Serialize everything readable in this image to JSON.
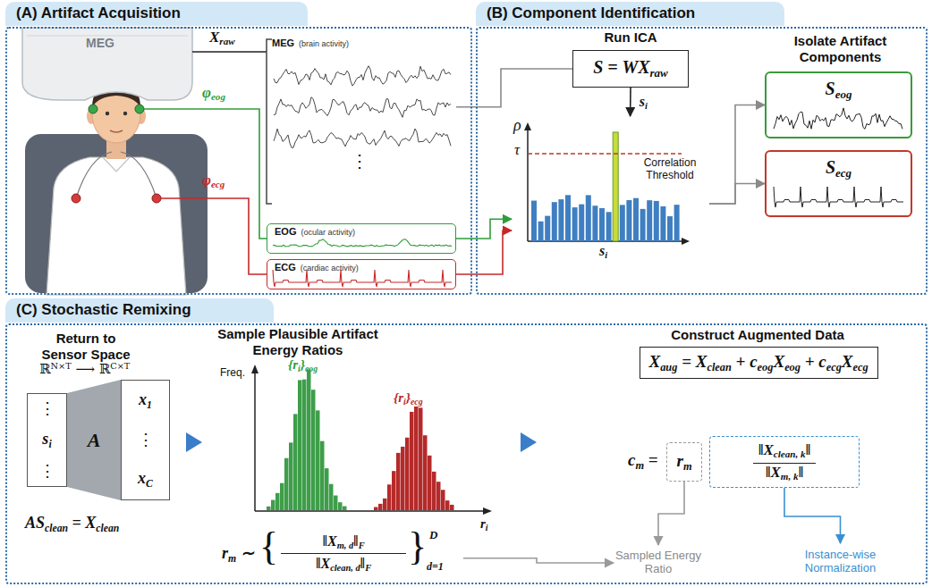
{
  "diagram": {
    "nodes": [
      {
        "text": [
          "(A) Artifact Acquisition"
        ]
      },
      {
        "text": [
          "MEG",
          "(brain activity)"
        ],
        "in": 0
      },
      {
        "text": [
          "EOG",
          "(ocular activity)"
        ],
        "in": 0
      },
      {
        "text": [
          "ECG",
          "(cardiac activity)"
        ],
        "in": 0
      },
      {
        "text": [
          "(B) Component Identification"
        ]
      },
      {
        "text": [
          "Run ICA",
          "S = WXraw"
        ],
        "in": 4
      },
      {
        "text": [
          "ρ",
          "τ",
          "Correlation Threshold",
          "si"
        ],
        "in": 4
      },
      {
        "text": [
          "Seog"
        ],
        "in": 4
      },
      {
        "text": [
          "Secg"
        ],
        "in": 4
      },
      {
        "text": [
          "(C) Stochastic Remixing"
        ]
      },
      {
        "text": [
          "⋮",
          "si",
          "⋮"
        ],
        "in": 9
      },
      {
        "text": [
          "A"
        ],
        "in": 9
      },
      {
        "text": [
          "x1",
          "⋮",
          "xC"
        ],
        "in": 9
      },
      {
        "text": [
          "rm ∼",
          "{",
          "‖Xm, d‖F",
          "‖Xclean, d‖F",
          "}",
          "D",
          "d=1"
        ],
        "in": 9
      },
      {
        "text": [
          "Xaug = Xclean + ceogXeog + cecgXecg"
        ],
        "in": 9
      },
      {
        "text": [
          "rm"
        ],
        "in": 9
      },
      {
        "text": [
          "‖Xclean, k‖",
          "‖Xm, k‖"
        ],
        "in": 9
      },
      {
        "text": [
          "Sampled Energy Ratio"
        ],
        "in": 9
      },
      {
        "text": [
          "Instance-wise Normalization"
        ],
        "in": 9
      }
    ],
    "edges": [
      {
        "from": 1,
        "to": 5,
        "arrow": "none"
      },
      {
        "from": 2,
        "to": 6,
        "arrow": "to"
      },
      {
        "from": 3,
        "to": 6,
        "arrow": "to"
      },
      {
        "from": 5,
        "to": 6,
        "arrow": "to",
        "label": "si"
      },
      {
        "from": 6,
        "to": 7,
        "arrow": "to"
      },
      {
        "from": 6,
        "to": 8,
        "arrow": "to"
      },
      {
        "from": 13,
        "to": 17,
        "arrow": "to"
      },
      {
        "from": 15,
        "to": 17,
        "arrow": "to"
      },
      {
        "from": 16,
        "to": 18,
        "arrow": "to"
      }
    ],
    "labels": [
      "MEG",
      "Xraw",
      "φeog",
      "φecg",
      "⋮",
      "Isolate Artifact Components",
      "Return to Sensor Space",
      "ℝN×T ⟶ ℝC×T",
      "ASclean = Xclean",
      "Sample Plausible Artifact Energy Ratios",
      "Freq.",
      "{ri}eog",
      "{ri}ecg",
      "ri",
      "Construct Augmented Data",
      "cm ="
    ]
  }
}
